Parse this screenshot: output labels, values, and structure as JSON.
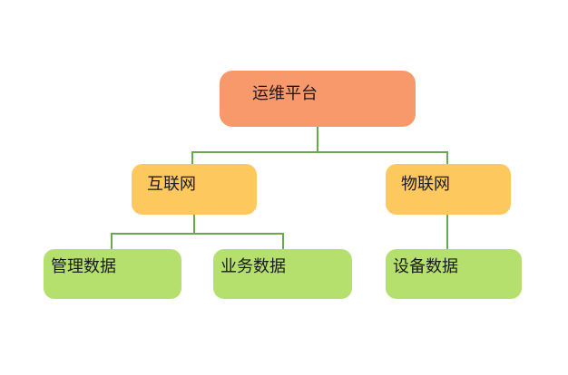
{
  "diagram": {
    "type": "tree",
    "root_label": "运维平台",
    "hierarchy": {
      "运维平台": {
        "互联网": [
          "管理数据",
          "业务数据"
        ],
        "物联网": [
          "设备数据"
        ]
      }
    }
  },
  "nodes": [
    {
      "label": "运维平台",
      "level": 1,
      "role": "root"
    },
    {
      "label": "互联网",
      "level": 2,
      "role": "branch",
      "parent": "运维平台"
    },
    {
      "label": "物联网",
      "level": 2,
      "role": "branch",
      "parent": "运维平台"
    },
    {
      "label": "管理数据",
      "level": 3,
      "role": "leaf",
      "parent": "互联网"
    },
    {
      "label": "业务数据",
      "level": 3,
      "role": "leaf",
      "parent": "互联网"
    },
    {
      "label": "设备数据",
      "level": 3,
      "role": "leaf",
      "parent": "物联网"
    }
  ],
  "colors": {
    "root_fill": "#f8996b",
    "branch_fill": "#fdc95f",
    "leaf_fill": "#b5e06e",
    "connector": "#6aa84f",
    "text": "#1a1a1a",
    "background": "#ffffff"
  }
}
